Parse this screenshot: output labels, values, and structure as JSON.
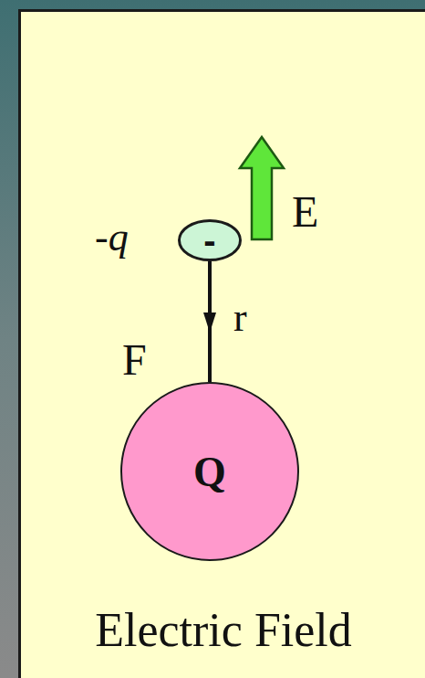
{
  "diagram": {
    "nodes": [
      {
        "text": [
          "-"
        ]
      },
      {
        "text": [
          "Q"
        ]
      }
    ],
    "edges": [
      {
        "from": 0,
        "to": 1,
        "arrow": "to",
        "label": "r"
      }
    ],
    "labels": [
      "-q",
      "E",
      "F",
      "Electric Field"
    ]
  }
}
